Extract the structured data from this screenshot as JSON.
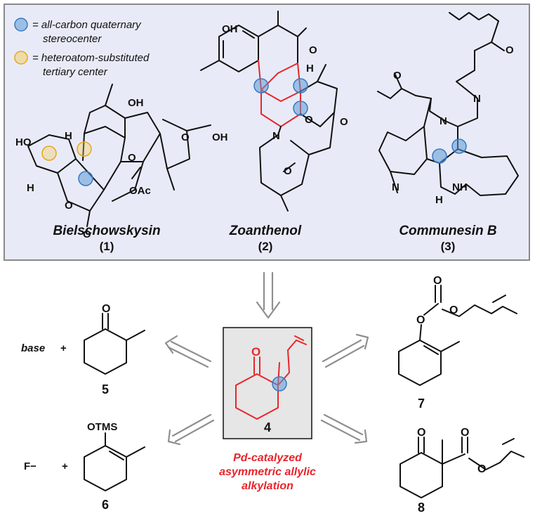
{
  "legend": {
    "quaternary_line1": "= all-carbon quaternary",
    "quaternary_line2": "stereocenter",
    "tertiary_line1": "= heteroatom-substituted",
    "tertiary_line2": "tertiary center",
    "quaternary_color": "#5b9bd5",
    "tertiary_color": "#f7c84a"
  },
  "natural_products": [
    {
      "name": "Bielschowskysin",
      "number": "(1)"
    },
    {
      "name": "Zoanthenol",
      "number": "(2)"
    },
    {
      "name": "Communesin B",
      "number": "(3)"
    }
  ],
  "atoms": {
    "oh": "OH",
    "o": "O",
    "h": "H",
    "n": "N",
    "nh": "NH",
    "oac": "OAc",
    "ho": "HO"
  },
  "center": {
    "compound_number": "4",
    "caption_line1": "Pd-catalyzed",
    "caption_line2": "asymmetric allylic",
    "caption_line3": "alkylation",
    "caption_color": "#e8252c"
  },
  "reactions": {
    "c5": {
      "reagent": "base",
      "plus": "+",
      "number": "5"
    },
    "c6": {
      "reagent": "F−",
      "plus": "+",
      "number": "6",
      "group": "OTMS"
    },
    "c7": {
      "number": "7"
    },
    "c8": {
      "number": "8"
    }
  },
  "colors": {
    "panel_bg": "#e8ebf7",
    "panel_border": "#8a8a8a",
    "box_bg": "#e6e6e6",
    "arrow": "#8f8f8f"
  }
}
